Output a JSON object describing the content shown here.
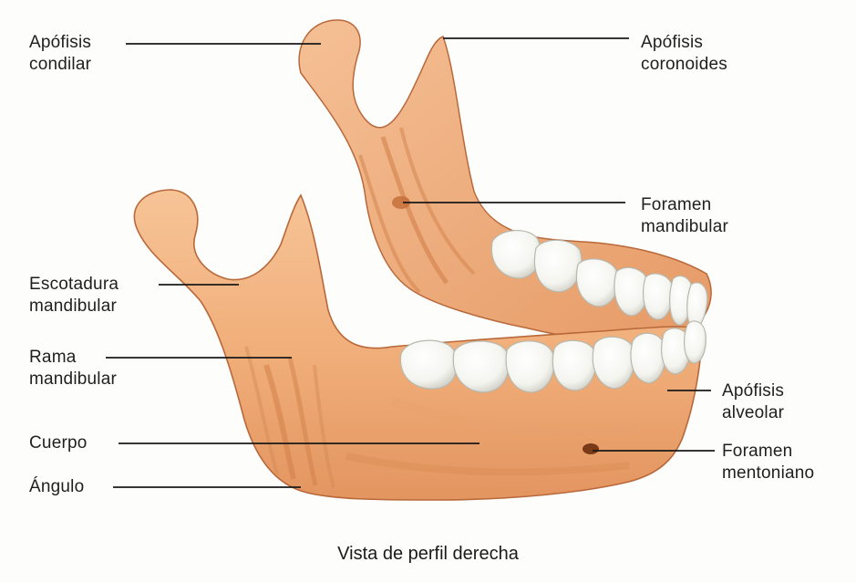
{
  "labels": {
    "apofisis_condilar": [
      "Apófisis",
      "condilar"
    ],
    "apofisis_coronoides": [
      "Apófisis",
      "coronoides"
    ],
    "foramen_mandibular": [
      "Foramen",
      "mandibular"
    ],
    "escotadura_mandibular": [
      "Escotadura",
      "mandibular"
    ],
    "rama_mandibular": [
      "Rama",
      "mandibular"
    ],
    "cuerpo": [
      "Cuerpo"
    ],
    "angulo": [
      "Ángulo"
    ],
    "apofisis_alveolar": [
      "Apófisis",
      "alveolar"
    ],
    "foramen_mentoniano": [
      "Foramen",
      "mentoniano"
    ]
  },
  "caption": "Vista de perfil derecha",
  "colors": {
    "bone": "#f2b27e",
    "bone_shadow": "#d4804a",
    "bone_outline": "#b9683a",
    "tooth": "#fbfbf7",
    "tooth_shadow": "#c9c9c0",
    "leader_line": "#1a1a1a"
  }
}
